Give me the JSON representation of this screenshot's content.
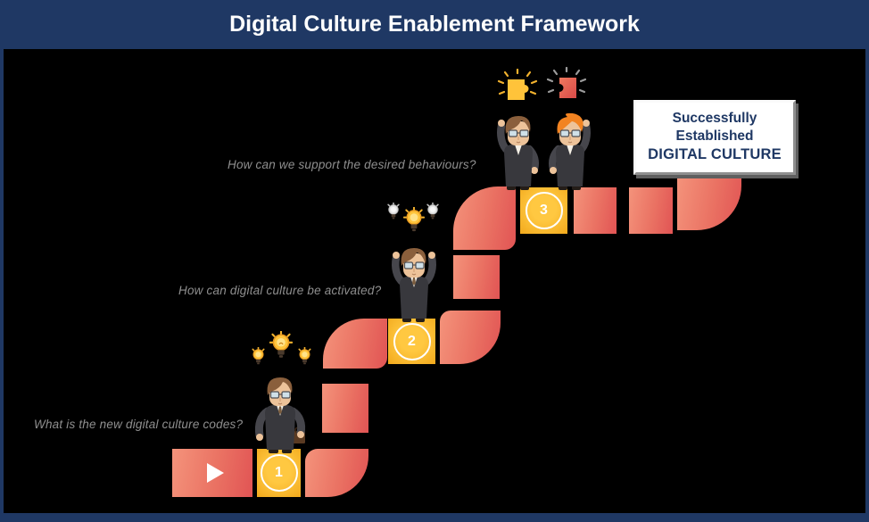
{
  "header": {
    "title": "Digital Culture Enablement Framework"
  },
  "questions": [
    {
      "step": "1",
      "text": "What is the new digital culture codes?"
    },
    {
      "step": "2",
      "text": "How can digital culture be activated?"
    },
    {
      "step": "3",
      "text": "How can we support the desired behaviours?"
    }
  ],
  "path": {
    "start": {
      "icon": "play-icon"
    },
    "steps": [
      {
        "number": "1"
      },
      {
        "number": "2"
      },
      {
        "number": "3"
      }
    ]
  },
  "result_box": {
    "lines": [
      "Successfully",
      "Established",
      "DIGITAL CULTURE"
    ]
  },
  "figures": {
    "step1": "businessman-idea-icon",
    "step2": "businessman-arms-raised-icon",
    "step3_left": "businessman-celebrating-icon",
    "step3_right": "businessman-celebrating-orange-hair-icon",
    "decorations": [
      "lightbulb-icon",
      "puzzle-piece-icon"
    ]
  },
  "colors": {
    "frame_navy": "#1F3864",
    "canvas_black": "#000000",
    "path_light": "#F4937B",
    "path_dark": "#E15454",
    "step_yellow": "#F7B326",
    "question_gray": "#8F8F8F",
    "box_text_navy": "#1F3864",
    "bulb_amber": "#FFC53C",
    "hair_brown": "#8A5F3C",
    "hair_orange": "#F28321"
  }
}
